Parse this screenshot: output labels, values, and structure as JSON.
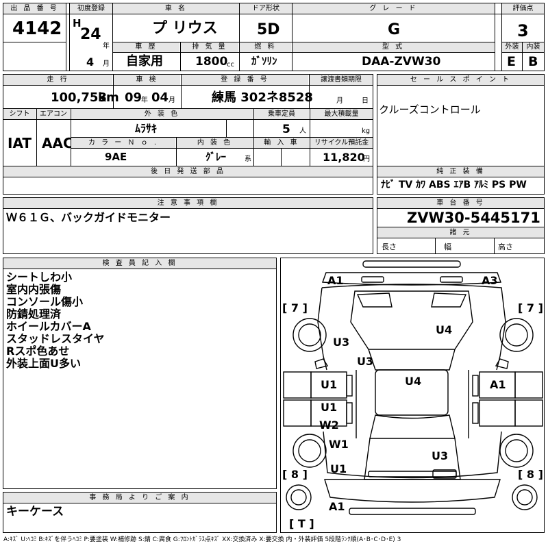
{
  "lot": {
    "label": "出 品 番 号",
    "value": "4142"
  },
  "first_reg": {
    "label": "初度登録",
    "era": "H",
    "year": "24",
    "year_unit": "年",
    "month": "4",
    "month_unit": "月"
  },
  "car_name": {
    "label": "車 名",
    "value": "プ リウス"
  },
  "door": {
    "label": "ドア形状",
    "value": "5D"
  },
  "grade": {
    "label": "グ レ ー ド",
    "value": "G"
  },
  "score": {
    "label": "評価点",
    "value": "3",
    "ext_label": "外装",
    "int_label": "内装",
    "ext": "E",
    "int": "B"
  },
  "history": {
    "label": "車 歴",
    "value": "自家用"
  },
  "displacement": {
    "label": "排 気 量",
    "value": "1800",
    "unit": "cc"
  },
  "fuel": {
    "label": "燃 料",
    "value": "ｶﾞｿﾘﾝ"
  },
  "model": {
    "label": "型 式",
    "value": "DAA-ZVW30"
  },
  "mileage": {
    "label": "走 行",
    "value": "100,753",
    "unit": "km"
  },
  "inspection": {
    "label": "車 検",
    "year": "09",
    "year_unit": "年",
    "month": "04",
    "month_unit": "月"
  },
  "plate": {
    "label": "登 録 番 号",
    "value": "練馬 302ネ8528"
  },
  "transfer_doc": {
    "label": "譲渡書類期限",
    "month_unit": "月",
    "day_unit": "日"
  },
  "sales_point": {
    "label": "セ ー ル ス ポ イ ン ト",
    "value": "クルーズコントロール"
  },
  "shift": {
    "label": "シフト",
    "value": "IAT"
  },
  "aircon": {
    "label": "エアコン",
    "value": "AAC"
  },
  "ext_color": {
    "label": "外 装 色",
    "value": "ﾑﾗｻｷ"
  },
  "capacity": {
    "label": "乗車定員",
    "value": "5",
    "unit": "人"
  },
  "max_load": {
    "label": "最大積載量",
    "unit": "kg"
  },
  "color_no": {
    "label": "カ ラ ー Ｎ ｏ .",
    "value": "9AE"
  },
  "int_color": {
    "label": "内 装 色",
    "value": "ｸﾞﾚｰ",
    "unit": "系"
  },
  "import": {
    "label": "輸 入 車"
  },
  "recycle": {
    "label": "リサイクル預託金",
    "value": "11,820",
    "unit": "円"
  },
  "later_parts": {
    "label": "後 日 発 送 部 品"
  },
  "equipment": {
    "label": "純 正 装 備",
    "value": "ﾅﾋﾞ TV ｶﾜ ABS ｴｱB ｱﾙﾐ PS PW"
  },
  "notes": {
    "label": "注 意 事 項 欄",
    "value": "Ｗ６１Ｇ、バックガイドモニター"
  },
  "chassis": {
    "label": "車 台 番 号",
    "value": "ZVW30-5445171"
  },
  "dims": {
    "label": "諸 元",
    "length": "長さ",
    "width": "幅",
    "height": "高さ"
  },
  "inspector": {
    "label": "検 査 員 記 入 欄",
    "lines": [
      "シートしわ小",
      "室内内張傷",
      "コンソール傷小",
      "防錆処理済",
      "ホイールカバーA",
      "スタッドレスタイヤ",
      "Rスポ色あせ",
      "外装上面U多い"
    ]
  },
  "office": {
    "label": "事 務 局 よ り ご 案 内",
    "value": "キーケース"
  },
  "legend": "A:ｷｽﾞ U:ﾍｺﾐ B:ｷｽﾞを伴うﾍｺﾐ P:要塗装 W:補修跡 S:錆 C:腐食 G:ﾌﾛﾝﾄｶﾞﾗｽ点ｷｽﾞ XX:交換済み X:要交換 内・外装評価 5段階ﾗﾝｸ順(A･B･C･D･E) 3",
  "diagram": {
    "brackets": {
      "fl": "[ 7 ]",
      "fr": "[ 7 ]",
      "rl": "[ 8 ]",
      "rr": "[ 8 ]",
      "t": "[ T ]"
    },
    "marks": {
      "front_left": "A1",
      "front_right": "A3",
      "left_front_fender": "U3",
      "hood": "U4",
      "left_pillar": "U3",
      "roof": "U4",
      "left_front_door": "U1",
      "right_front_door": "A1",
      "left_rear_door": "U1",
      "left_rear_quarter1": "W2",
      "left_rear_quarter2": "W1",
      "left_rear_lower": "U1",
      "trunk": "U3",
      "rear_bumper": "A1"
    }
  }
}
